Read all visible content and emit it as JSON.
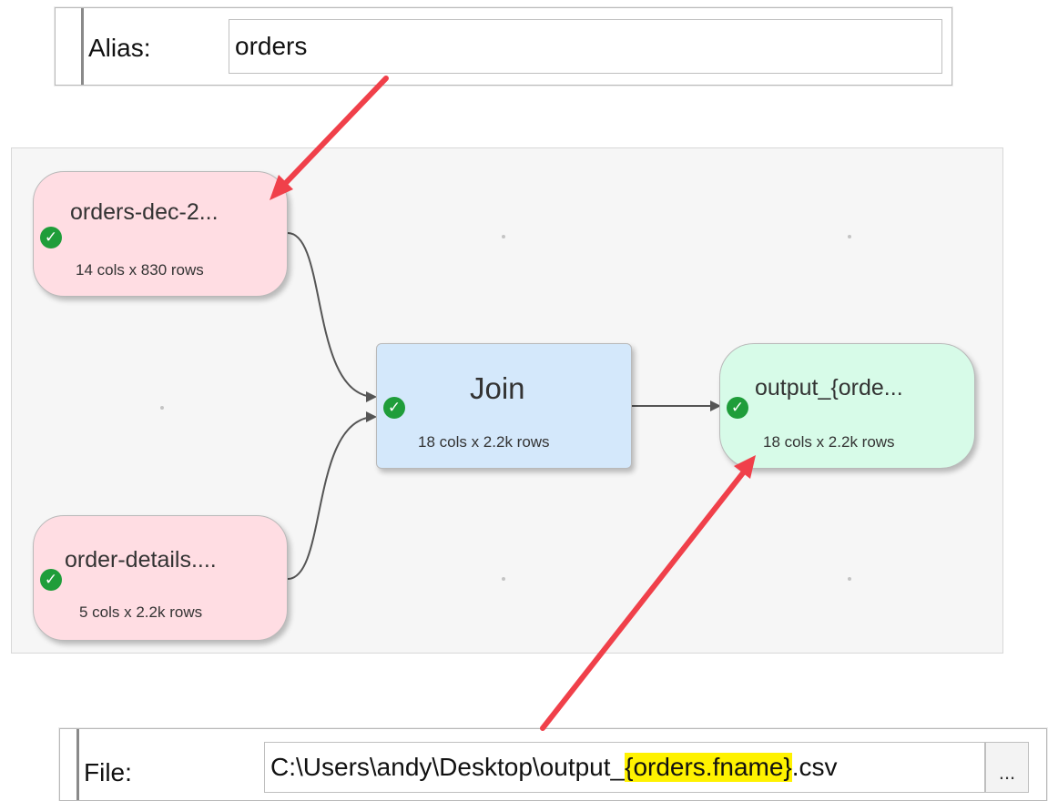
{
  "alias_panel": {
    "label": "Alias:",
    "value": "orders"
  },
  "file_panel": {
    "label": "File:",
    "path_prefix": "C:\\Users\\andy\\Desktop\\output_",
    "path_variable": "{orders.fname}",
    "path_suffix": ".csv",
    "browse_label": "..."
  },
  "nodes": {
    "orders_input": {
      "title": "orders-dec-2...",
      "summary": "14 cols x 830 rows",
      "status_icon": "check-circle-icon",
      "color": "#ffdde3"
    },
    "details_input": {
      "title": "order-details....",
      "summary": "5 cols x 2.2k rows",
      "status_icon": "check-circle-icon",
      "color": "#ffdde3"
    },
    "join": {
      "title": "Join",
      "summary": "18 cols x 2.2k rows",
      "status_icon": "check-circle-icon",
      "color": "#d4e8fb"
    },
    "output": {
      "title": "output_{orde...",
      "summary": "18 cols x 2.2k rows",
      "status_icon": "check-circle-icon",
      "color": "#d7fbe8"
    }
  },
  "colors": {
    "annotation_arrow": "#f0404a",
    "status_ok": "#1f9d3a",
    "highlight": "#fff200"
  }
}
